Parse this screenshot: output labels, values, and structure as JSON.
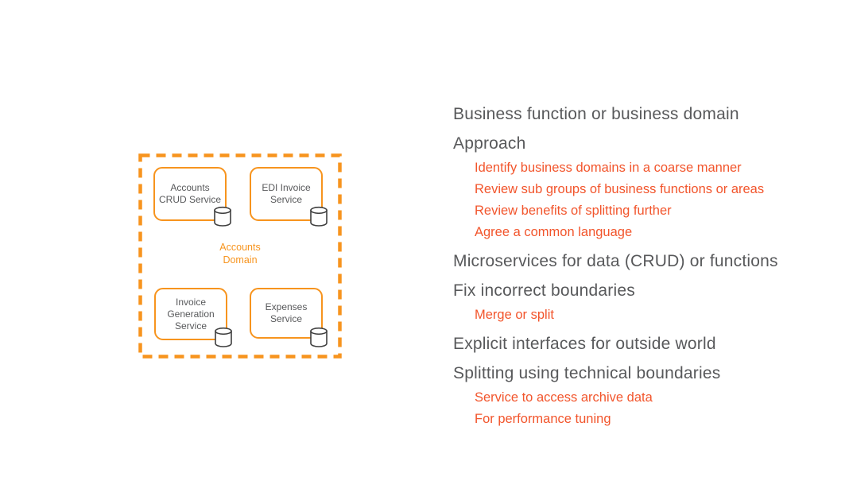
{
  "colors": {
    "diagram_orange": "#F7941E",
    "bullet_orange": "#F2552C",
    "heading_gray": "#58595B",
    "database_outline": "#3F3F3F"
  },
  "diagram": {
    "domain_label": "Accounts Domain",
    "boxes": [
      {
        "label": "Accounts CRUD Service"
      },
      {
        "label": "EDI Invoice Service"
      },
      {
        "label": "Invoice Generation Service"
      },
      {
        "label": "Expenses Service"
      }
    ]
  },
  "outline": {
    "items": [
      {
        "level": "heading",
        "text": "Business function or business domain"
      },
      {
        "level": "heading",
        "text": "Approach"
      },
      {
        "level": "sub",
        "text": "Identify business domains in a coarse manner"
      },
      {
        "level": "sub",
        "text": "Review sub groups of business functions or areas"
      },
      {
        "level": "sub",
        "text": "Review benefits of splitting further"
      },
      {
        "level": "sub",
        "text": "Agree a common language"
      },
      {
        "level": "heading",
        "text": "Microservices for data (CRUD) or functions"
      },
      {
        "level": "heading",
        "text": "Fix incorrect boundaries"
      },
      {
        "level": "sub",
        "text": "Merge or split"
      },
      {
        "level": "heading",
        "text": "Explicit interfaces for outside world"
      },
      {
        "level": "heading",
        "text": "Splitting using technical boundaries"
      },
      {
        "level": "sub",
        "text": "Service to access archive data"
      },
      {
        "level": "sub",
        "text": "For performance tuning"
      }
    ]
  }
}
